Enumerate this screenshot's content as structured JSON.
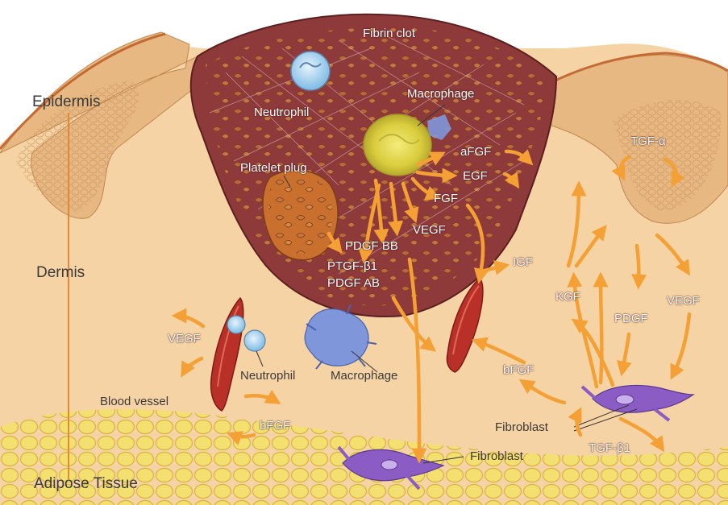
{
  "layers": {
    "epidermis": "Epidermis",
    "dermis": "Dermis",
    "adipose": "Adipose Tissue"
  },
  "structures": {
    "fibrin_clot": "Fibrin clot",
    "neutrophil_top": "Neutrophil",
    "macrophage_top": "Macrophage",
    "platelet_plug": "Platelet plug",
    "neutrophil_bottom": "Neutrophil",
    "macrophage_bottom": "Macrophage",
    "blood_vessel": "Blood vessel",
    "fibroblast_bottom": "Fibroblast",
    "fibroblast_right": "Fibroblast"
  },
  "factors": {
    "afgf": "aFGF",
    "egf": "EGF",
    "fgf": "FGF",
    "vegf_center": "VEGF",
    "pdgf_bb": "PDGF BB",
    "ptgf_b1": "PTGF-β1",
    "pdgf_ab": "PDGF AB",
    "igf": "IGF",
    "kgf": "KGF",
    "pdgf_right": "PDGF",
    "vegf_right": "VEGF",
    "tgf_alpha": "TGF-α",
    "bfgf_right": "bFGF",
    "tgf_b1": "TGF-β1",
    "vegf_left": "VEGF",
    "bfgf_left": "bFGF"
  },
  "colors": {
    "arrow": "#f5a035",
    "clot": "#8f3a3a",
    "dermis": "#f6d3a4",
    "epidermis": "#e8b883",
    "fat": "#f2dd60",
    "vessel": "#b83028",
    "fibroblast": "#8a5cc4",
    "neutrophil": "#a9d3ee",
    "macrophage_center": "#e8dc44",
    "macrophage_blue": "#7f96da"
  }
}
